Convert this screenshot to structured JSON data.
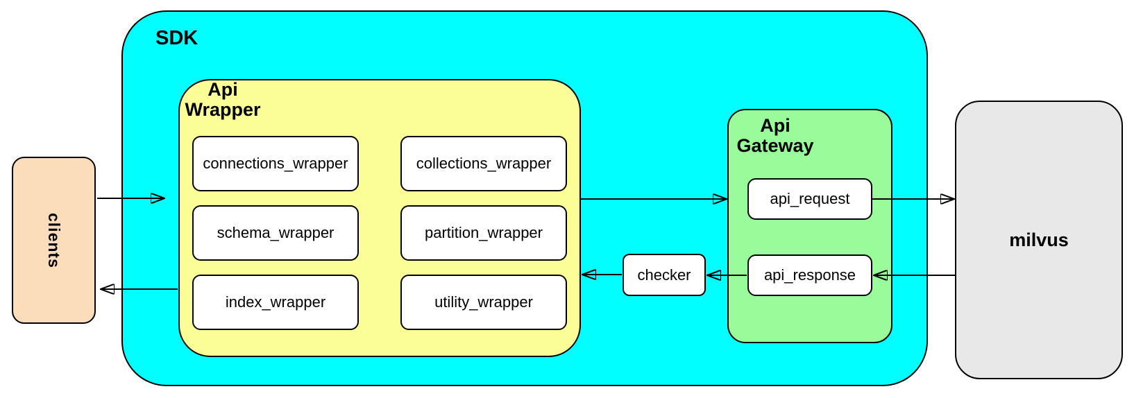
{
  "colors": {
    "sdk_fill": "#00FFFF",
    "wrapper_fill": "#FBFD96",
    "gateway_fill": "#99FB99",
    "clients_fill": "#FBDDBC",
    "milvus_fill": "#E8E8E8",
    "node_fill": "#FFFFFF",
    "border": "#000000"
  },
  "clients": {
    "label": "clients"
  },
  "sdk": {
    "label": "SDK"
  },
  "api_wrapper": {
    "title_line1": "Api",
    "title_line2": "Wrapper",
    "modules": {
      "connections": "connections_wrapper",
      "collections": "collections_wrapper",
      "schema": "schema_wrapper",
      "partition": "partition_wrapper",
      "index": "index_wrapper",
      "utility": "utility_wrapper"
    }
  },
  "checker": {
    "label": "checker"
  },
  "api_gateway": {
    "title_line1": "Api",
    "title_line2": "Gateway",
    "request": "api_request",
    "response": "api_response"
  },
  "milvus": {
    "label": "milvus"
  }
}
